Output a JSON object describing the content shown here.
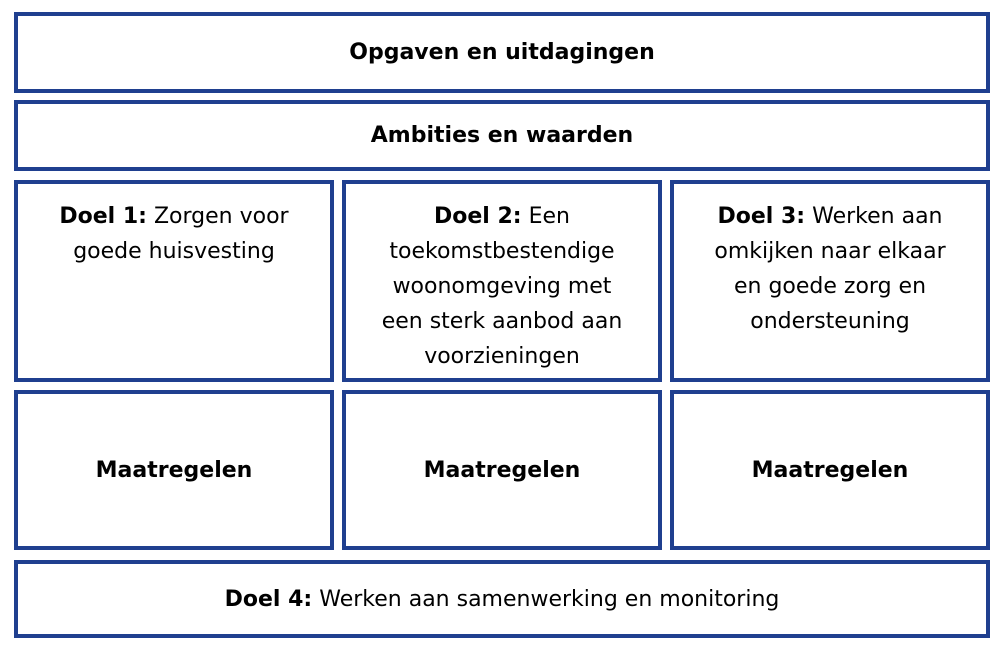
{
  "colors": {
    "box_border": "#1f3f8f",
    "background": "#ffffff",
    "text": "#000000"
  },
  "top_boxes": {
    "opgaven": "Opgaven en uitdagingen",
    "ambities": "Ambities en waarden"
  },
  "goals": [
    {
      "label": "Doel 1:",
      "text": "Zorgen voor goede huisvesting"
    },
    {
      "label": "Doel 2:",
      "text": "Een toekomstbestendige woonomgeving met een sterk aanbod aan voorzieningen"
    },
    {
      "label": "Doel 3:",
      "text": "Werken aan omkijken naar elkaar en goede zorg en ondersteuning"
    }
  ],
  "measures": [
    {
      "label": "Maatregelen"
    },
    {
      "label": "Maatregelen"
    },
    {
      "label": "Maatregelen"
    }
  ],
  "bottom_goal": {
    "label": "Doel 4:",
    "text": "Werken aan samenwerking en monitoring"
  }
}
